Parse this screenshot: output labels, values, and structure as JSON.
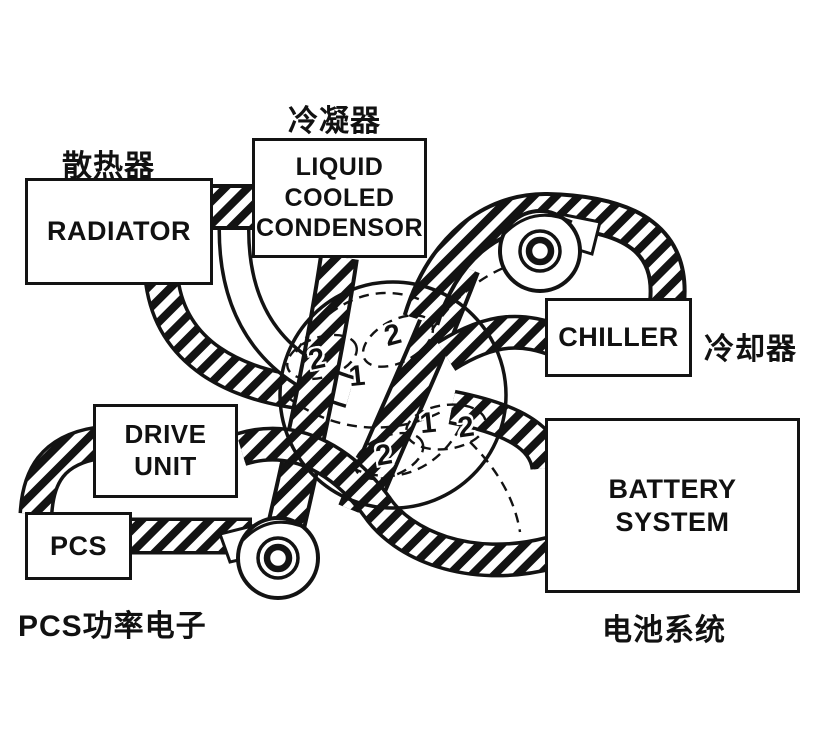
{
  "figure": {
    "type": "vehicle-thermal-management-schematic",
    "colors": {
      "background": "#ffffff",
      "ink": "#131313"
    },
    "boxes": {
      "radiator": {
        "lines": [
          "RADIATOR"
        ]
      },
      "condensor": {
        "lines": [
          "LIQUID",
          "COOLED",
          "CONDENSOR"
        ]
      },
      "chiller": {
        "lines": [
          "CHILLER"
        ]
      },
      "drive_unit": {
        "lines": [
          "DRIVE",
          "UNIT"
        ]
      },
      "pcs": {
        "lines": [
          "PCS"
        ]
      },
      "battery": {
        "lines": [
          "BATTERY",
          "SYSTEM"
        ]
      }
    },
    "annotations": {
      "radiator_cn": "散热器",
      "condensor_cn": "冷凝器",
      "chiller_cn": "冷却器",
      "pcs_cn": "PCS功率电子",
      "battery_cn": "电池系统"
    },
    "valve_port_labels": [
      "2",
      "1",
      "2",
      "1",
      "2",
      "2"
    ]
  }
}
